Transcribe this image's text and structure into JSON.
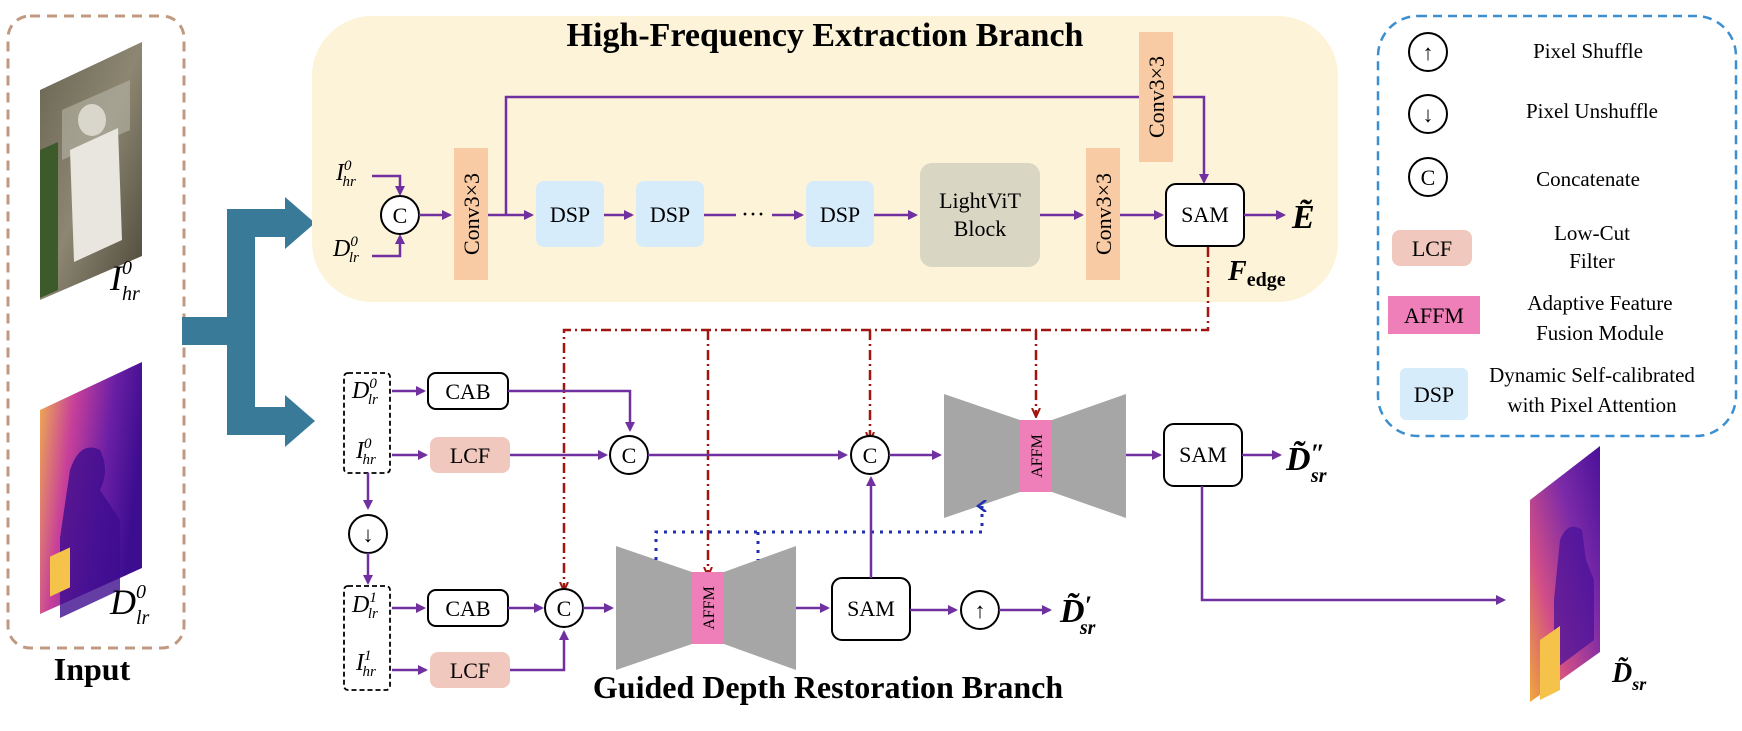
{
  "input_panel": {
    "label": "Input",
    "image_rgb_var": "I",
    "image_rgb_sub": "hr",
    "image_rgb_sup": "0",
    "image_depth_var": "D",
    "image_depth_sub": "lr",
    "image_depth_sup": "0"
  },
  "hf_branch": {
    "title": "High-Frequency Extraction Branch",
    "in_rgb": {
      "var": "I",
      "sub": "hr",
      "sup": "0"
    },
    "in_depth": {
      "var": "D",
      "sub": "lr",
      "sup": "0"
    },
    "concat": "C",
    "conv1": "Conv3×3",
    "dsp1": "DSP",
    "dsp2": "DSP",
    "dots": "···",
    "dsp3": "DSP",
    "lightvit_line1": "LightViT",
    "lightvit_line2": "Block",
    "conv2": "Conv3×3",
    "conv_top": "Conv3×3",
    "sam": "SAM",
    "output": "Ẽ",
    "f_edge_var": "F",
    "f_edge_sub": "edge"
  },
  "gd_branch": {
    "title": "Guided Depth Restoration Branch",
    "top": {
      "in_depth": {
        "var": "D",
        "sub": "lr",
        "sup": "0"
      },
      "in_rgb": {
        "var": "I",
        "sub": "hr",
        "sup": "0"
      },
      "cab": "CAB",
      "lcf": "LCF",
      "concat1": "C",
      "concat2": "C",
      "affm": "AFFM",
      "sam": "SAM",
      "output_var": "D̃",
      "output_sup": "″",
      "output_sub": "sr"
    },
    "downsample": "↓",
    "bottom": {
      "in_depth": {
        "var": "D",
        "sub": "lr",
        "sup": "1"
      },
      "in_rgb": {
        "var": "I",
        "sub": "hr",
        "sup": "1"
      },
      "cab": "CAB",
      "lcf": "LCF",
      "concat": "C",
      "affm": "AFFM",
      "sam": "SAM",
      "upsample": "↑",
      "output_var": "D̃",
      "output_sup": "′",
      "output_sub": "sr"
    }
  },
  "final_output": {
    "var": "D̃",
    "sub": "sr"
  },
  "legend": {
    "items": [
      {
        "symbol": "↑",
        "label": "Pixel Shuffle"
      },
      {
        "symbol": "↓",
        "label": "Pixel Unshuffle"
      },
      {
        "symbol": "C",
        "label": "Concatenate"
      },
      {
        "symbol": "LCF",
        "label_line1": "Low-Cut",
        "label_line2": "Filter"
      },
      {
        "symbol": "AFFM",
        "label_line1": "Adaptive Feature",
        "label_line2": "Fusion Module"
      },
      {
        "symbol": "DSP",
        "label_line1": "Dynamic Self-calibrated",
        "label_line2": "with Pixel Attention"
      }
    ]
  },
  "colors": {
    "arrow": "#7030a0",
    "branch_bg": "#fdf3d8",
    "conv": "#f8cba4",
    "dsp": "#d6ecfa",
    "lightvit": "#d9d6c4",
    "lcf": "#f0c8bd",
    "affm": "#ef7fb8",
    "hourglass": "#a6a6a6",
    "input_border": "#c09a80",
    "legend_border": "#3b8fd0",
    "dashdot": "#a0150f",
    "dotted": "#1f2fb0",
    "thick_arrow": "#3a7a99"
  }
}
